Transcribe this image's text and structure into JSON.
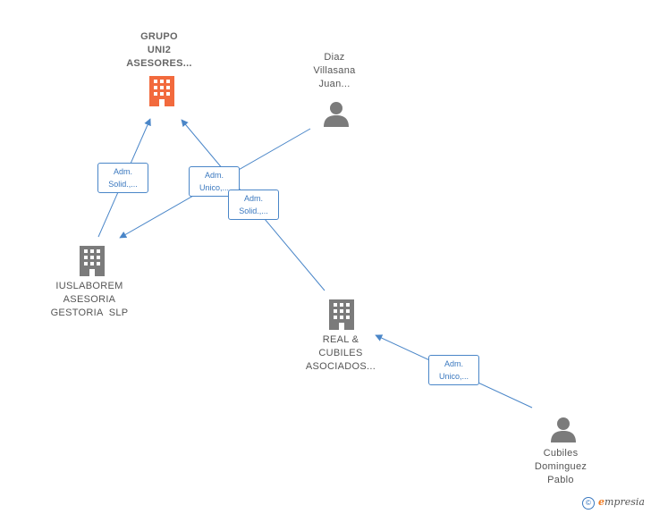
{
  "nodes": {
    "grupo": {
      "lines": [
        "GRUPO",
        "UNI2",
        "ASESORES..."
      ],
      "icon": "company-icon",
      "color": "#f26a3d"
    },
    "diaz": {
      "lines": [
        "Diaz",
        "Villasana",
        "Juan..."
      ],
      "icon": "person-icon",
      "color": "#7b7b7b"
    },
    "iuslaborem": {
      "lines": [
        "IUSLABOREM",
        "ASESORIA",
        "GESTORIA  SLP"
      ],
      "icon": "company-icon",
      "color": "#7b7b7b"
    },
    "real": {
      "lines": [
        "REAL &",
        "CUBILES",
        "ASOCIADOS..."
      ],
      "icon": "company-icon",
      "color": "#7b7b7b"
    },
    "cubiles": {
      "lines": [
        "Cubiles",
        "Dominguez",
        "Pablo"
      ],
      "icon": "person-icon",
      "color": "#7b7b7b"
    }
  },
  "relations": [
    {
      "lines": [
        "Adm.",
        "Solid.,..."
      ]
    },
    {
      "lines": [
        "Adm.",
        "Unico,..."
      ]
    },
    {
      "lines": [
        "Adm.",
        "Solid.,..."
      ]
    },
    {
      "lines": [
        "Adm.",
        "Unico,..."
      ]
    }
  ],
  "link_color": "#4a86c8",
  "brand": {
    "symbol": "©",
    "first_letter": "e",
    "rest": "mpresia"
  }
}
